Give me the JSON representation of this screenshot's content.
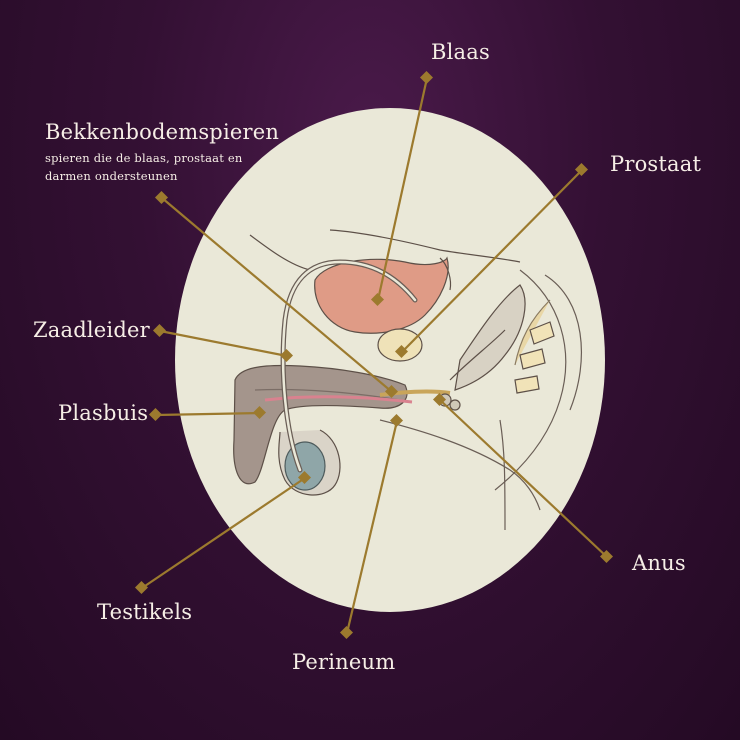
{
  "labels": {
    "blaas": "Blaas",
    "bekkenbodem_title": "Bekkenbodemspieren",
    "bekkenbodem_sub_line1": "spieren die de blaas, prostaat en",
    "bekkenbodem_sub_line2": "darmen ondersteunen",
    "prostaat": "Prostaat",
    "zaadleider": "Zaadleider",
    "plasbuis": "Plasbuis",
    "anus": "Anus",
    "testikels": "Testikels",
    "perineum": "Perineum"
  },
  "colors": {
    "background": "#2e0e2e",
    "oval": "#eae8d8",
    "leader_line": "#9c7a2e",
    "bladder": "#df9b86",
    "testicle": "#8fa6a8",
    "label_text": "#f6eee6"
  }
}
